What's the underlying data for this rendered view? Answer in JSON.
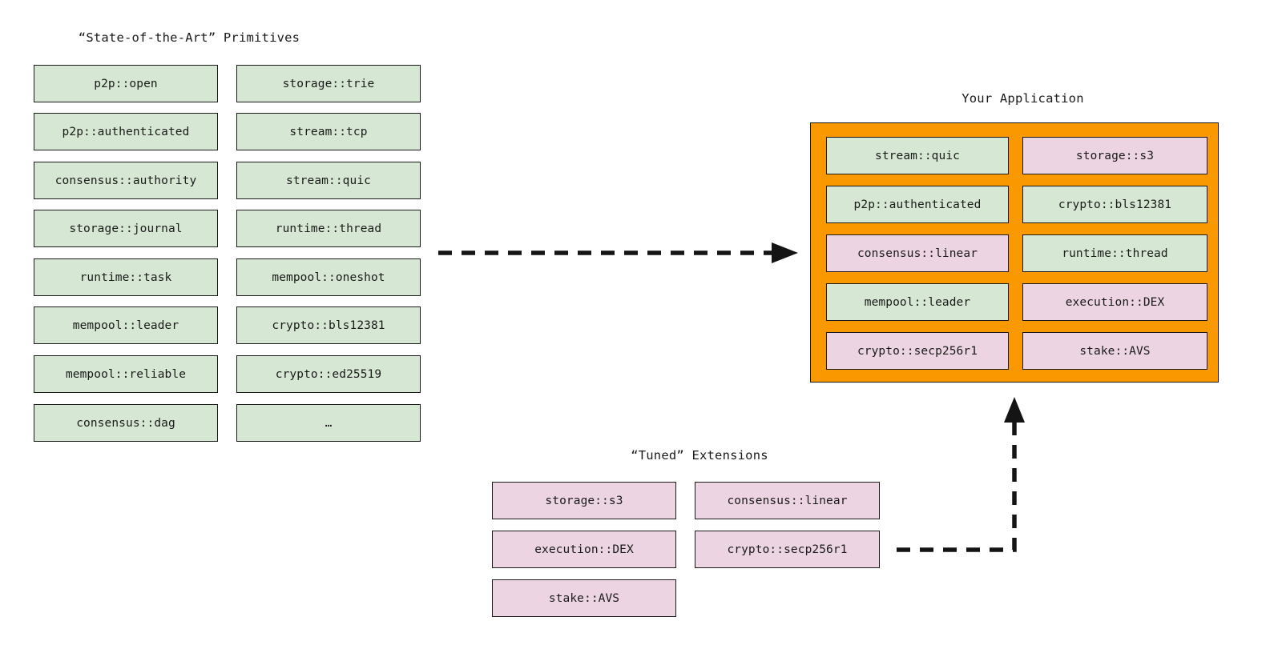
{
  "titles": {
    "primitives": "“State-of-the-Art” Primitives",
    "application": "Your Application",
    "extensions": "“Tuned” Extensions"
  },
  "colors": {
    "green": "#d6e8d3",
    "pink": "#ecd4e2",
    "orange": "#fa9800",
    "outline": "#1a1a1a",
    "arrow": "#141414",
    "background": "#ffffff"
  },
  "primitives": {
    "column_left": [
      {
        "label": "p2p::open",
        "variant": "green"
      },
      {
        "label": "p2p::authenticated",
        "variant": "green"
      },
      {
        "label": "consensus::authority",
        "variant": "green"
      },
      {
        "label": "storage::journal",
        "variant": "green"
      },
      {
        "label": "runtime::task",
        "variant": "green"
      },
      {
        "label": "mempool::leader",
        "variant": "green"
      },
      {
        "label": "mempool::reliable",
        "variant": "green"
      },
      {
        "label": "consensus::dag",
        "variant": "green"
      }
    ],
    "column_right": [
      {
        "label": "storage::trie",
        "variant": "green"
      },
      {
        "label": "stream::tcp",
        "variant": "green"
      },
      {
        "label": "stream::quic",
        "variant": "green"
      },
      {
        "label": "runtime::thread",
        "variant": "green"
      },
      {
        "label": "mempool::oneshot",
        "variant": "green"
      },
      {
        "label": "crypto::bls12381",
        "variant": "green"
      },
      {
        "label": "crypto::ed25519",
        "variant": "green"
      },
      {
        "label": "…",
        "variant": "green"
      }
    ]
  },
  "application": {
    "column_left": [
      {
        "label": "stream::quic",
        "variant": "green"
      },
      {
        "label": "p2p::authenticated",
        "variant": "green"
      },
      {
        "label": "consensus::linear",
        "variant": "pink"
      },
      {
        "label": "mempool::leader",
        "variant": "green"
      },
      {
        "label": "crypto::secp256r1",
        "variant": "pink"
      }
    ],
    "column_right": [
      {
        "label": "storage::s3",
        "variant": "pink"
      },
      {
        "label": "crypto::bls12381",
        "variant": "green"
      },
      {
        "label": "runtime::thread",
        "variant": "green"
      },
      {
        "label": "execution::DEX",
        "variant": "pink"
      },
      {
        "label": "stake::AVS",
        "variant": "pink"
      }
    ]
  },
  "extensions": {
    "column_left": [
      {
        "label": "storage::s3",
        "variant": "pink"
      },
      {
        "label": "execution::DEX",
        "variant": "pink"
      },
      {
        "label": "stake::AVS",
        "variant": "pink"
      }
    ],
    "column_right": [
      {
        "label": "consensus::linear",
        "variant": "pink"
      },
      {
        "label": "crypto::secp256r1",
        "variant": "pink"
      }
    ]
  },
  "arrows": [
    {
      "name": "primitives-to-application-arrow",
      "style": "dashed",
      "direction": "right"
    },
    {
      "name": "extensions-to-application-arrow",
      "style": "dashed",
      "direction": "up"
    }
  ]
}
